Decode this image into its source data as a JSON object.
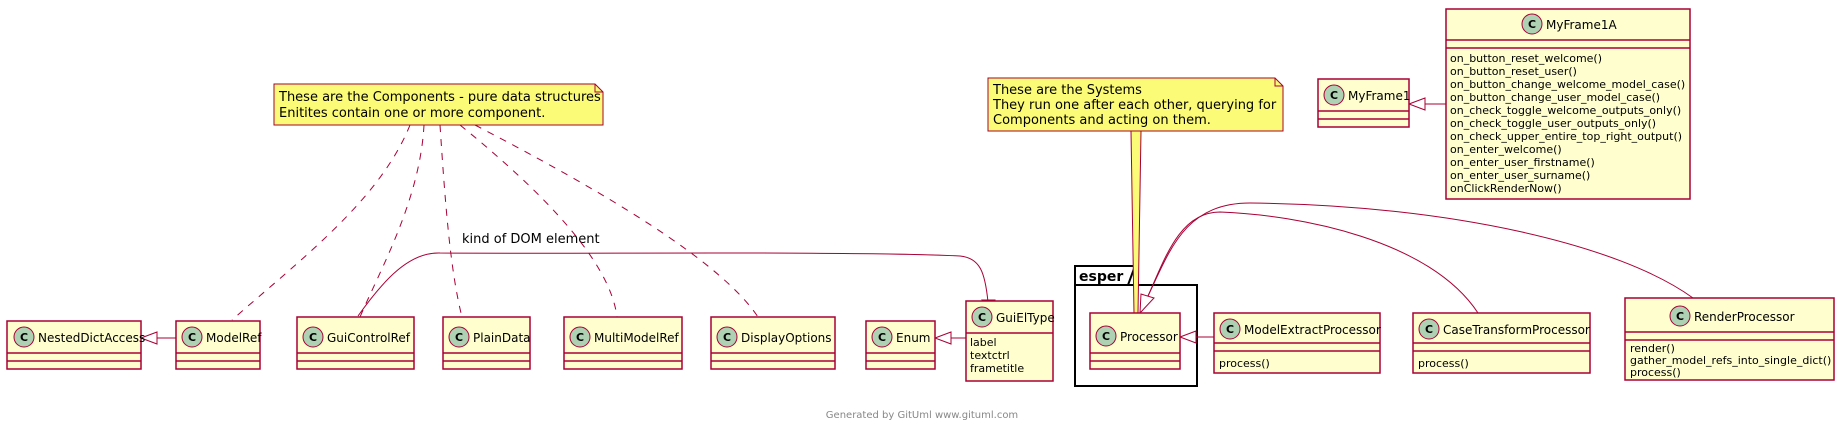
{
  "package": {
    "title": "esper"
  },
  "classes": {
    "nested_dict_access": {
      "name": "NestedDictAccess",
      "circle": "C"
    },
    "model_ref": {
      "name": "ModelRef",
      "circle": "C"
    },
    "gui_control_ref": {
      "name": "GuiControlRef",
      "circle": "C"
    },
    "plain_data": {
      "name": "PlainData",
      "circle": "C"
    },
    "multi_model_ref": {
      "name": "MultiModelRef",
      "circle": "C"
    },
    "display_options": {
      "name": "DisplayOptions",
      "circle": "C"
    },
    "enum": {
      "name": "Enum",
      "circle": "C"
    },
    "gui_el_type": {
      "name": "GuiElType",
      "circle": "C",
      "members": [
        "label",
        "textctrl",
        "frametitle"
      ]
    },
    "processor": {
      "name": "Processor",
      "circle": "C"
    },
    "model_extract_processor": {
      "name": "ModelExtractProcessor",
      "circle": "C",
      "members": [
        "process()"
      ]
    },
    "case_transform_processor": {
      "name": "CaseTransformProcessor",
      "circle": "C",
      "members": [
        "process()"
      ]
    },
    "render_processor": {
      "name": "RenderProcessor",
      "circle": "C",
      "members": [
        "render()",
        "gather_model_refs_into_single_dict()",
        "process()"
      ]
    },
    "my_frame1": {
      "name": "MyFrame1",
      "circle": "C"
    },
    "my_frame1a": {
      "name": "MyFrame1A",
      "circle": "C",
      "members": [
        "on_button_reset_welcome()",
        "on_button_reset_user()",
        "on_button_change_welcome_model_case()",
        "on_button_change_user_model_case()",
        "on_check_toggle_welcome_outputs_only()",
        "on_check_toggle_user_outputs_only()",
        "on_check_upper_entire_top_right_output()",
        "on_enter_welcome()",
        "on_enter_user_firstname()",
        "on_enter_user_surname()",
        "onClickRenderNow()"
      ]
    }
  },
  "notes": {
    "components": {
      "lines": [
        "These are the Components - pure data structures",
        "Enitites contain one or more component."
      ]
    },
    "systems": {
      "lines": [
        "These are the Systems",
        "They run one after each other, querying for",
        "Components and acting on them."
      ]
    }
  },
  "edges": {
    "dom_label": "kind of DOM element"
  },
  "footer": "Generated by GitUml www.gituml.com"
}
